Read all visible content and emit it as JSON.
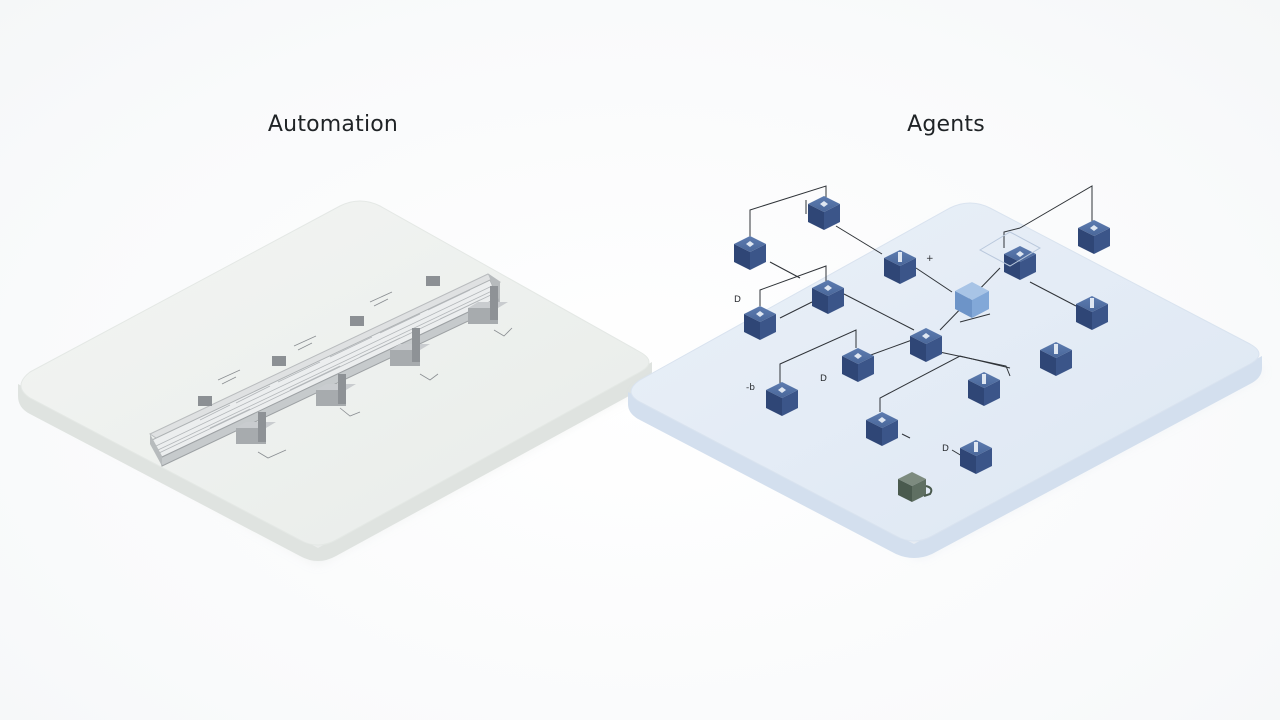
{
  "panels": {
    "left": {
      "title": "Automation",
      "concept": "linear assembly line"
    },
    "right": {
      "title": "Agents",
      "concept": "networked autonomous nodes"
    }
  },
  "annotations": {
    "d1": "D",
    "d2": "D",
    "d3": "D",
    "arrow_d": "-b",
    "plus": "+"
  },
  "colors": {
    "left_platform": "#eef1ef",
    "right_platform": "#e4ecf6",
    "node": "#3d5a8c",
    "node_highlight": "#6b95cc",
    "rail": "#c9ccce",
    "support": "#9a9ea2",
    "terminal": "#56655a"
  }
}
